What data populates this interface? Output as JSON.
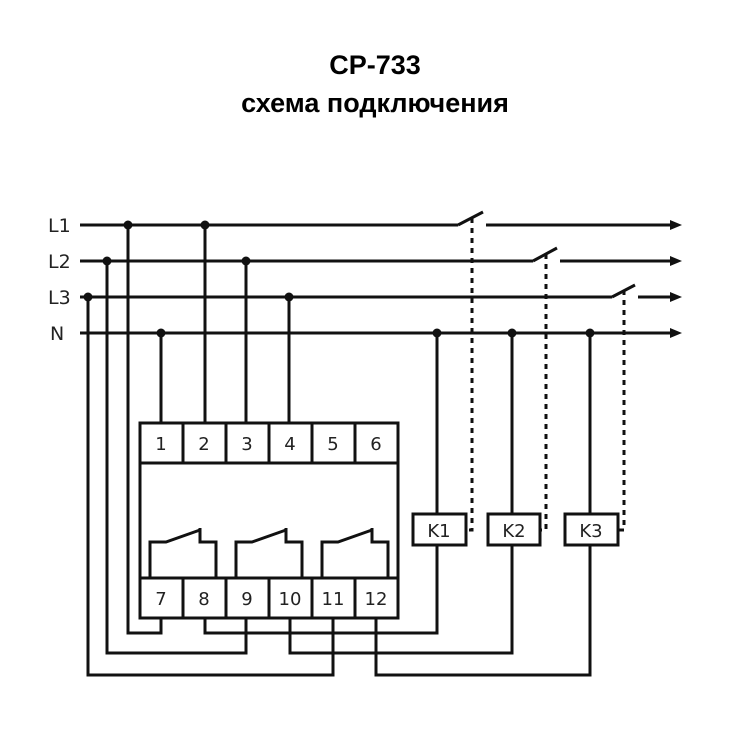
{
  "title": "CP-733",
  "subtitle": "схема подключения",
  "lines": [
    "L1",
    "L2",
    "L3",
    "N"
  ],
  "terminals_top": [
    "1",
    "2",
    "3",
    "4",
    "5",
    "6"
  ],
  "terminals_bottom": [
    "7",
    "8",
    "9",
    "10",
    "11",
    "12"
  ],
  "contactors": [
    "K1",
    "K2",
    "K3"
  ]
}
